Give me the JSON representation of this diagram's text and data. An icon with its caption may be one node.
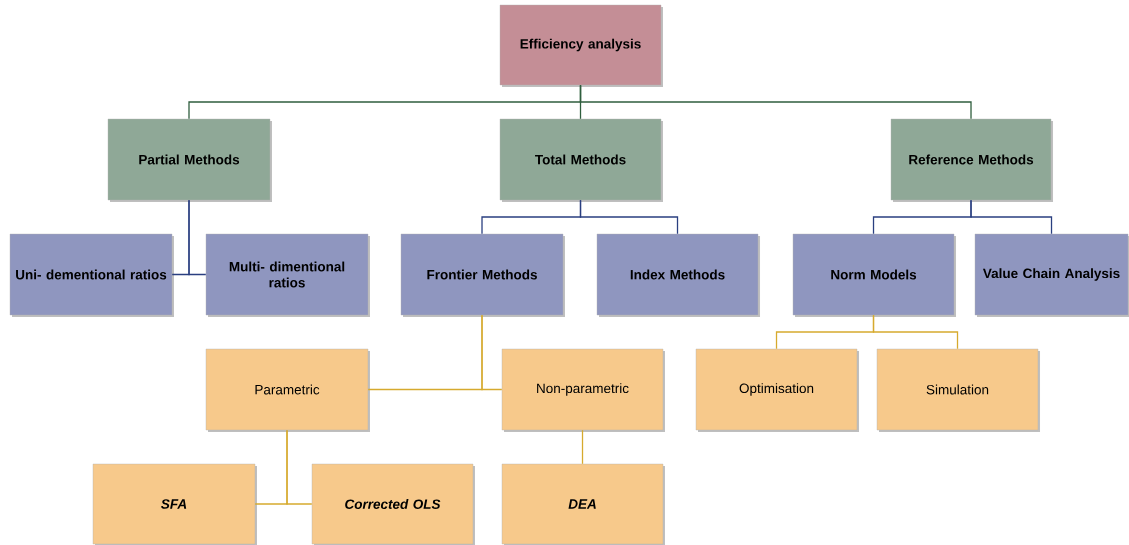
{
  "diagram": {
    "nodes": [
      {
        "text": [
          "Efficiency analysis"
        ]
      },
      {
        "text": [
          "Partial Methods"
        ]
      },
      {
        "text": [
          "Total Methods"
        ]
      },
      {
        "text": [
          "Reference Methods"
        ]
      },
      {
        "text": [
          "Uni- dementional ratios"
        ]
      },
      {
        "text": [
          "Multi- dimentional ratios"
        ]
      },
      {
        "text": [
          "Frontier Methods"
        ]
      },
      {
        "text": [
          "Index Methods"
        ]
      },
      {
        "text": [
          "Norm Models"
        ]
      },
      {
        "text": [
          "Value Chain Analysis"
        ]
      },
      {
        "text": [
          "Parametric"
        ]
      },
      {
        "text": [
          "Non-parametric"
        ]
      },
      {
        "text": [
          "Optimisation"
        ]
      },
      {
        "text": [
          "Simulation"
        ]
      },
      {
        "text": [
          "SFA"
        ]
      },
      {
        "text": [
          "Corrected OLS"
        ]
      },
      {
        "text": [
          "DEA"
        ]
      }
    ],
    "edges": [
      {
        "from": 0,
        "to": 1,
        "arrow": "none",
        "color": "#2f5e3e"
      },
      {
        "from": 0,
        "to": 2,
        "arrow": "none",
        "color": "#2f5e3e"
      },
      {
        "from": 0,
        "to": 3,
        "arrow": "none",
        "color": "#2f5e3e"
      },
      {
        "from": 1,
        "to": 4,
        "arrow": "none",
        "color": "#2a3f80"
      },
      {
        "from": 1,
        "to": 5,
        "arrow": "none",
        "color": "#2a3f80"
      },
      {
        "from": 2,
        "to": 6,
        "arrow": "none",
        "color": "#2a3f80"
      },
      {
        "from": 2,
        "to": 7,
        "arrow": "none",
        "color": "#2a3f80"
      },
      {
        "from": 3,
        "to": 8,
        "arrow": "none",
        "color": "#2a3f80"
      },
      {
        "from": 3,
        "to": 9,
        "arrow": "none",
        "color": "#2a3f80"
      },
      {
        "from": 6,
        "to": 10,
        "arrow": "none"
      },
      {
        "from": 6,
        "to": 11,
        "arrow": "none"
      },
      {
        "from": 8,
        "to": 12,
        "arrow": "none"
      },
      {
        "from": 8,
        "to": 13,
        "arrow": "none"
      },
      {
        "from": 10,
        "to": 14,
        "arrow": "none"
      },
      {
        "from": 10,
        "to": 15,
        "arrow": "none"
      },
      {
        "from": 11,
        "to": 16,
        "arrow": "none"
      }
    ]
  }
}
